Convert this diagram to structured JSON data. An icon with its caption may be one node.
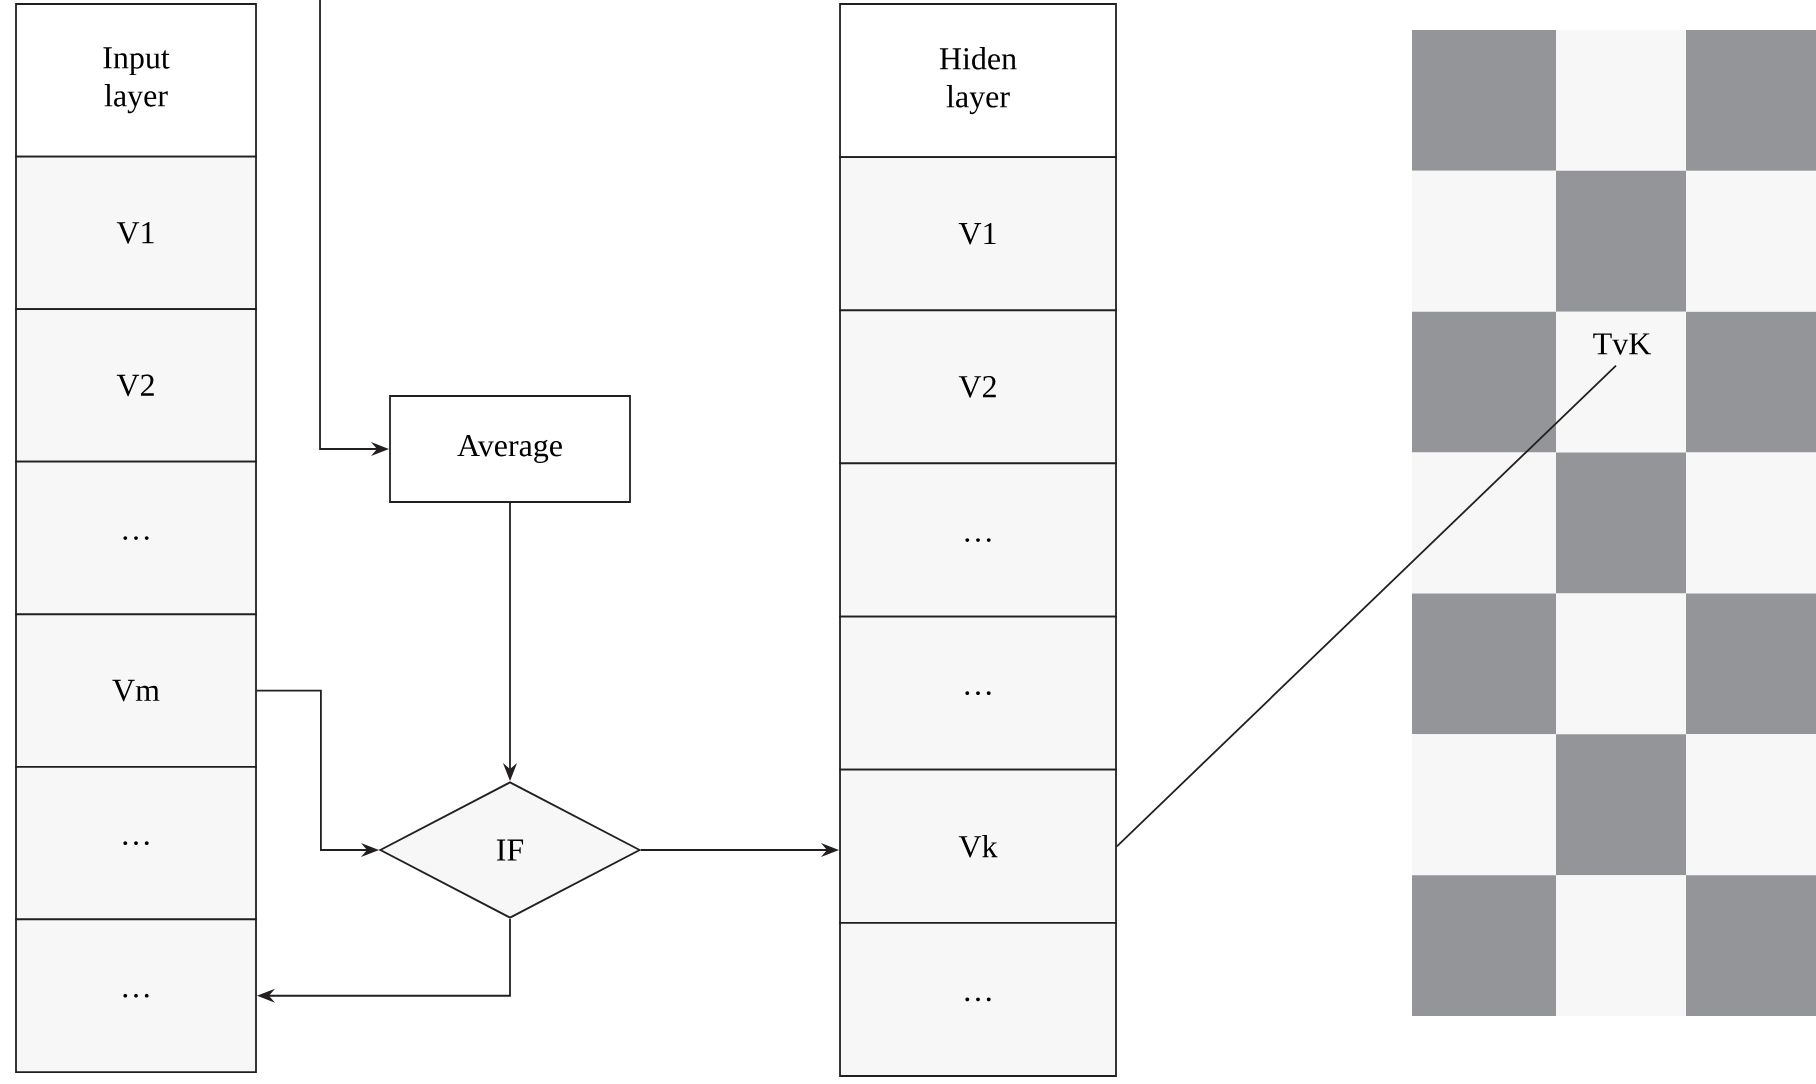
{
  "diagram": {
    "nodes": [
      {
        "text": [
          "Input layer"
        ]
      },
      {
        "text": [
          "V1"
        ]
      },
      {
        "text": [
          "V2"
        ]
      },
      {
        "text": [
          "…"
        ]
      },
      {
        "text": [
          "Vm"
        ]
      },
      {
        "text": [
          "…"
        ]
      },
      {
        "text": [
          "…"
        ]
      },
      {
        "text": [
          "Average"
        ]
      },
      {
        "text": [
          "IF"
        ]
      },
      {
        "text": [
          "Hiden layer"
        ]
      },
      {
        "text": [
          "V1"
        ]
      },
      {
        "text": [
          "V2"
        ]
      },
      {
        "text": [
          "…"
        ]
      },
      {
        "text": [
          "…"
        ]
      },
      {
        "text": [
          "Vk"
        ]
      },
      {
        "text": [
          "…"
        ]
      },
      {
        "text": [
          "TvK"
        ]
      }
    ],
    "edges": [
      {
        "from": null,
        "to": 7,
        "arrow": "to"
      },
      {
        "from": 7,
        "to": 8,
        "arrow": "to"
      },
      {
        "from": 4,
        "to": 8,
        "arrow": "to"
      },
      {
        "from": 8,
        "to": 14,
        "arrow": "to"
      },
      {
        "from": 8,
        "to": 6,
        "arrow": "to"
      },
      {
        "from": 14,
        "to": 16,
        "arrow": "none"
      }
    ]
  }
}
